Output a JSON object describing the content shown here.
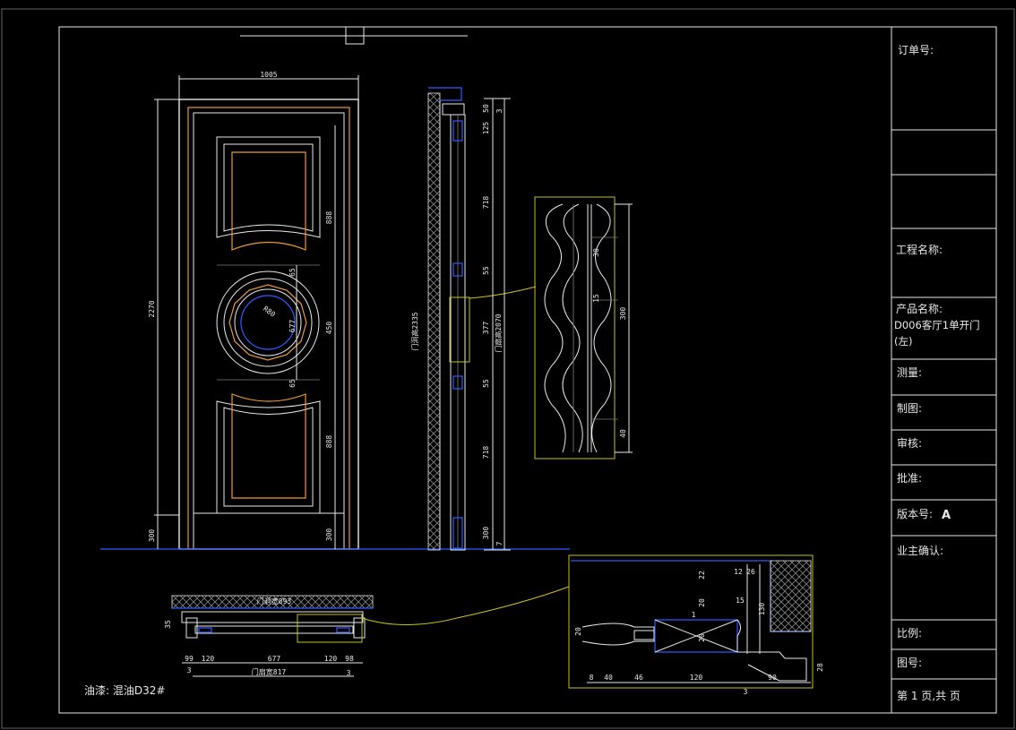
{
  "title_block": {
    "order_no": "订单号:",
    "project_name": "工程名称:",
    "product_label": "产品名称:",
    "product_value_1": "D006客厅1单开门",
    "product_value_2": "(左)",
    "measure": "测量:",
    "drawing": "制图:",
    "review": "审核:",
    "approve": "批准:",
    "version_label": "版本号:",
    "version_value": "A",
    "owner_confirm": "业主确认:",
    "scale": "比例:",
    "drawing_no": "图号:",
    "page": "第 1 页,共  页"
  },
  "notes": {
    "paint": "油漆: 混油D32#"
  },
  "front": {
    "width_dim": "1005",
    "height_dim": "2270",
    "base_dim": "300",
    "upper_panel_dim": "888",
    "lower_panel_dim": "888",
    "center_dim": "450",
    "circle_dim_1": "65",
    "circle_dim_2": "677",
    "circle_dim_3": "65",
    "bottom_dim": "300",
    "center_label": "R80"
  },
  "side": {
    "total_label": "门洞高2335",
    "leaf_label": "门扇高2070",
    "dims": [
      "50",
      "125",
      "718",
      "55",
      "377",
      "55",
      "718",
      "300"
    ],
    "top_small": "3",
    "bottom_small": "7"
  },
  "detail": {
    "dims": [
      "30",
      "15",
      "300",
      "40"
    ]
  },
  "plan": {
    "opening_label": "门洞宽893",
    "leaf_label": "门扇宽817",
    "dims": [
      "99",
      "120",
      "677",
      "120",
      "98"
    ],
    "left_small": "3",
    "right_small": "3",
    "height_dim": "35"
  },
  "section": {
    "dims_bottom": [
      "8",
      "40",
      "46",
      "120",
      "90"
    ],
    "dims_top": [
      "22",
      "12",
      "26",
      "15",
      "130"
    ],
    "misc": [
      "20",
      "1",
      "20",
      "28",
      "3"
    ],
    "left_dim": "20"
  }
}
